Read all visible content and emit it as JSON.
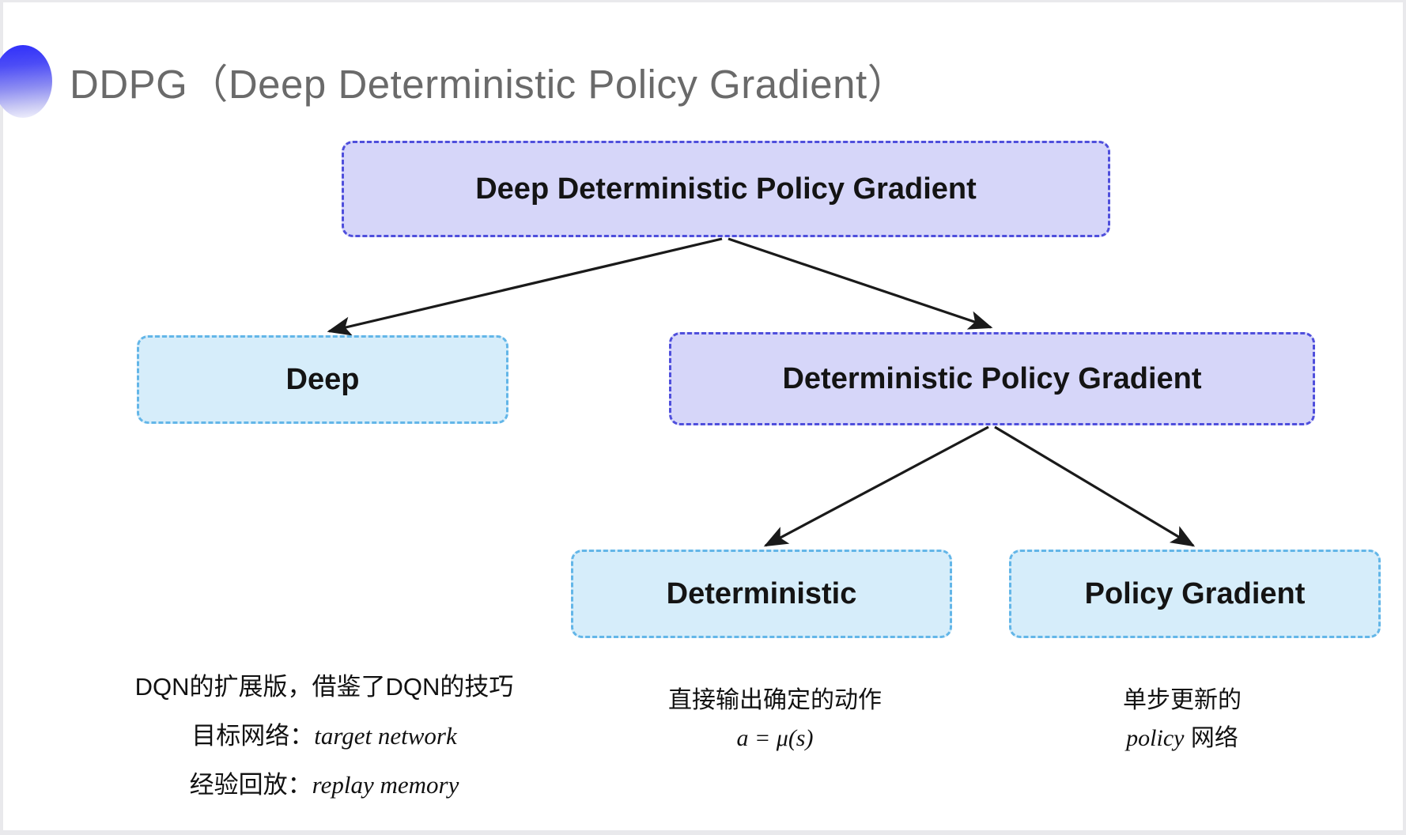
{
  "slide": {
    "title": "DDPG（Deep Deterministic Policy Gradient）",
    "bullet_icon": "gradient-circle-icon",
    "background_color": "#ffffff"
  },
  "colors": {
    "purple_fill": "#d6d6f9",
    "purple_border": "#4f4fdc",
    "blue_fill": "#d6edfa",
    "blue_border": "#63b6e8",
    "title_text": "#6a6a6a",
    "arrow": "#1a1a1a"
  },
  "diagram": {
    "type": "tree",
    "nodes": [
      {
        "id": "root",
        "label": "Deep Deterministic Policy Gradient",
        "style": "purple",
        "level": 0
      },
      {
        "id": "deep",
        "label": "Deep",
        "style": "blue",
        "level": 1
      },
      {
        "id": "dpg",
        "label": "Deterministic Policy Gradient",
        "style": "purple",
        "level": 1
      },
      {
        "id": "det",
        "label": "Deterministic",
        "style": "blue",
        "level": 2
      },
      {
        "id": "pg",
        "label": "Policy Gradient",
        "style": "blue",
        "level": 2
      }
    ],
    "edges": [
      {
        "from": "root",
        "to": "deep"
      },
      {
        "from": "root",
        "to": "dpg"
      },
      {
        "from": "dpg",
        "to": "det"
      },
      {
        "from": "dpg",
        "to": "pg"
      }
    ]
  },
  "captions": {
    "deep": {
      "line1": "DQN的扩展版，借鉴了DQN的技巧",
      "line2_label": "目标网络：",
      "line2_term": "target network",
      "line3_label": "经验回放：",
      "line3_term": "replay memory"
    },
    "deterministic": {
      "line1": "直接输出确定的动作",
      "line2": "a = μ(s)"
    },
    "policy_gradient": {
      "line1": "单步更新的",
      "line2_term": "policy",
      "line2_rest": " 网络"
    }
  }
}
